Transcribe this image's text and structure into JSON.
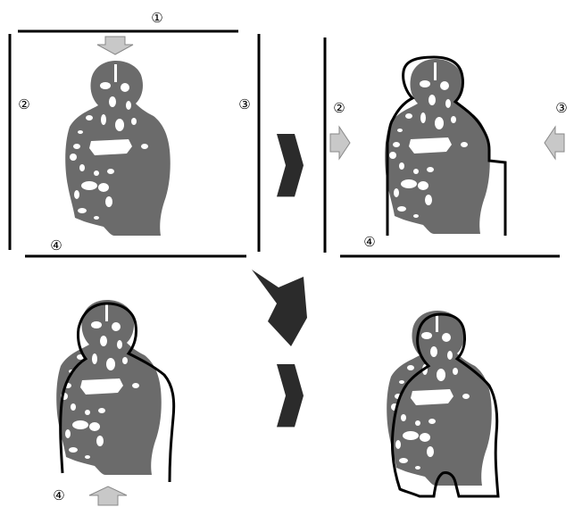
{
  "labels": {
    "top": "①",
    "left": "②",
    "right": "③",
    "bottom": "④"
  },
  "colors": {
    "silhouette": "#6b6b6b",
    "holes": "#ffffff",
    "edge": "#000000",
    "push_arrow": "#c8c8c8",
    "step_arrow": "#2b2b2b"
  }
}
